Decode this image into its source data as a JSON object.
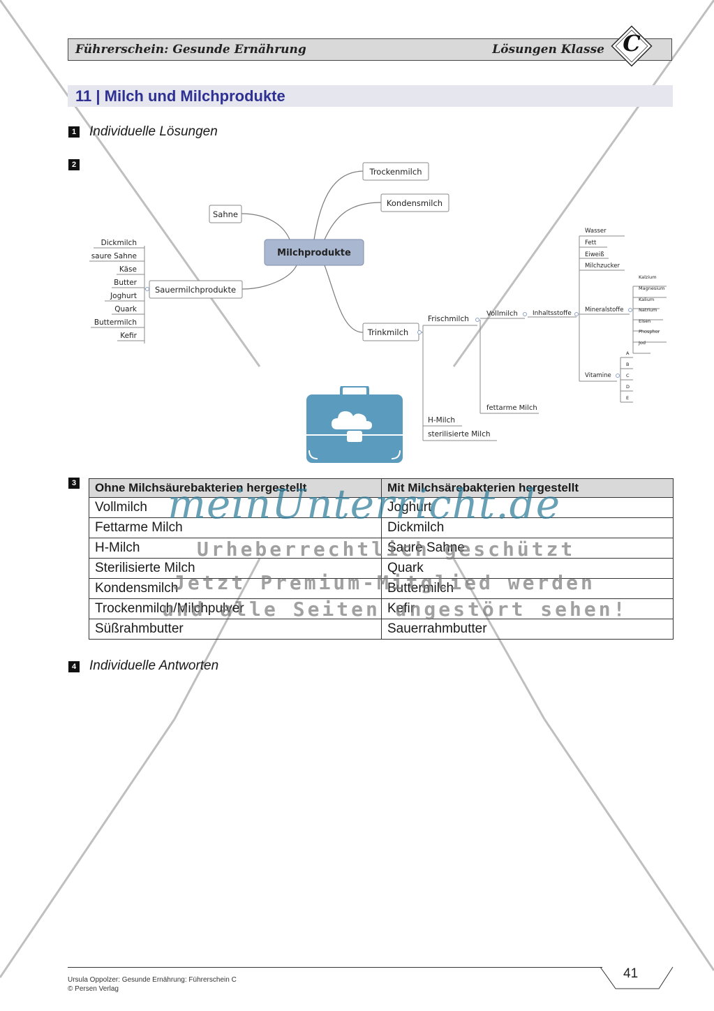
{
  "header": {
    "left_title": "Führerschein: Gesunde Ernährung",
    "right_title": "Lösungen Klasse",
    "class_letter": "C"
  },
  "section": {
    "title": "11 | Milch und Milchprodukte"
  },
  "tasks": [
    {
      "number": "1",
      "text": "Individuelle Lösungen"
    },
    {
      "number": "2",
      "text": ""
    },
    {
      "number": "3",
      "text": ""
    },
    {
      "number": "4",
      "text": "Individuelle Antworten"
    }
  ],
  "mindmap": {
    "center": "Milchprodukte",
    "branches": {
      "sahne": "Sahne",
      "trockenmilch": "Trockenmilch",
      "kondensmilch": "Kondensmilch",
      "sauermilchprodukte": "Sauermilchprodukte",
      "trinkmilch": "Trinkmilch"
    },
    "sauer_items": [
      "Dickmilch",
      "saure Sahne",
      "Käse",
      "Butter",
      "Joghurt",
      "Quark",
      "Buttermilch",
      "Kefir"
    ],
    "trinkmilch_items": {
      "frischmilch": "Frischmilch",
      "hmilch": "H-Milch",
      "sterilisiert": "sterilisierte Milch"
    },
    "frischmilch_items": {
      "vollmilch": "Vollmilch",
      "fettarm": "fettarme Milch"
    },
    "inhaltsstoffe": "Inhaltsstoffe",
    "inhalt_items": [
      "Wasser",
      "Fett",
      "Eiweiß",
      "Milchzucker"
    ],
    "mineralstoffe": "Mineralstoffe",
    "mineral_items": [
      "Kalzium",
      "Magnesium",
      "Kalium",
      "Natrium",
      "Eisen",
      "Phosphor",
      "Jod"
    ],
    "vitamine": "Vitamine",
    "vitamin_items": [
      "A",
      "B",
      "C",
      "D",
      "E"
    ]
  },
  "table": {
    "headers": [
      "Ohne Milchsäurebakterien hergestellt",
      "Mit Milchsärebakterien hergestellt"
    ],
    "rows": [
      [
        "Vollmilch",
        "Joghurt"
      ],
      [
        "Fettarme Milch",
        "Dickmilch"
      ],
      [
        "H-Milch",
        "Saure Sahne"
      ],
      [
        "Sterilisierte Milch",
        "Quark"
      ],
      [
        "Kondensmilch",
        "Buttermilch"
      ],
      [
        "Trockenmilch/Milchpulver",
        "Kefir"
      ],
      [
        "Süßrahmbutter",
        "Sauerrahmbutter"
      ]
    ]
  },
  "watermark": {
    "brand": "meinUnterricht.de",
    "line1": "Urheberrechtlich geschützt",
    "line2": "Jetzt Premium-Mitglied werden",
    "line3": "und alle Seiten ungestört sehen!"
  },
  "footer": {
    "author": "Ursula Oppolzer: Gesunde Ernährung: Führerschein C",
    "publisher": "© Persen Verlag",
    "page_number": "41"
  },
  "colors": {
    "title_blue": "#2e3192",
    "title_bar_bg": "#e6e6ef",
    "header_bg": "#d9d9d9",
    "center_node_bg": "#a9b7d0",
    "watermark_blue": "#2e7c98",
    "bag_blue": "#5b9bbd"
  }
}
